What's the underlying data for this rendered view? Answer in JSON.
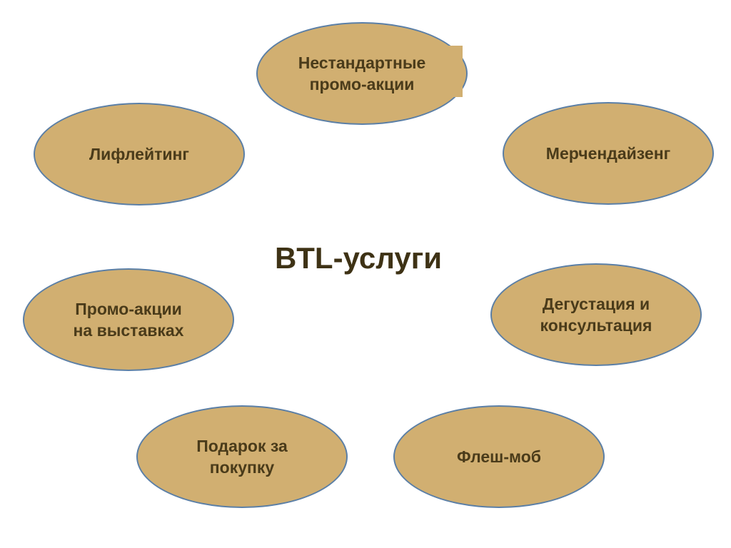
{
  "center": {
    "title": "BTL-услуги"
  },
  "nodes": [
    {
      "id": "n1",
      "label": "Нестандартные\nпромо-акции"
    },
    {
      "id": "n2",
      "label": "Мерчендайзенг"
    },
    {
      "id": "n3",
      "label": "Дегустация и\nконсультация"
    },
    {
      "id": "n4",
      "label": "Флеш-моб"
    },
    {
      "id": "n5",
      "label": "Подарок за\nпокупку"
    },
    {
      "id": "n6",
      "label": "Промо-акции\nна выставках"
    },
    {
      "id": "n7",
      "label": "Лифлейтинг"
    }
  ],
  "colors": {
    "oval_fill": "#D1AF71",
    "oval_border": "#5B7FA6",
    "text": "#4A3B1A",
    "title": "#3E3215"
  }
}
